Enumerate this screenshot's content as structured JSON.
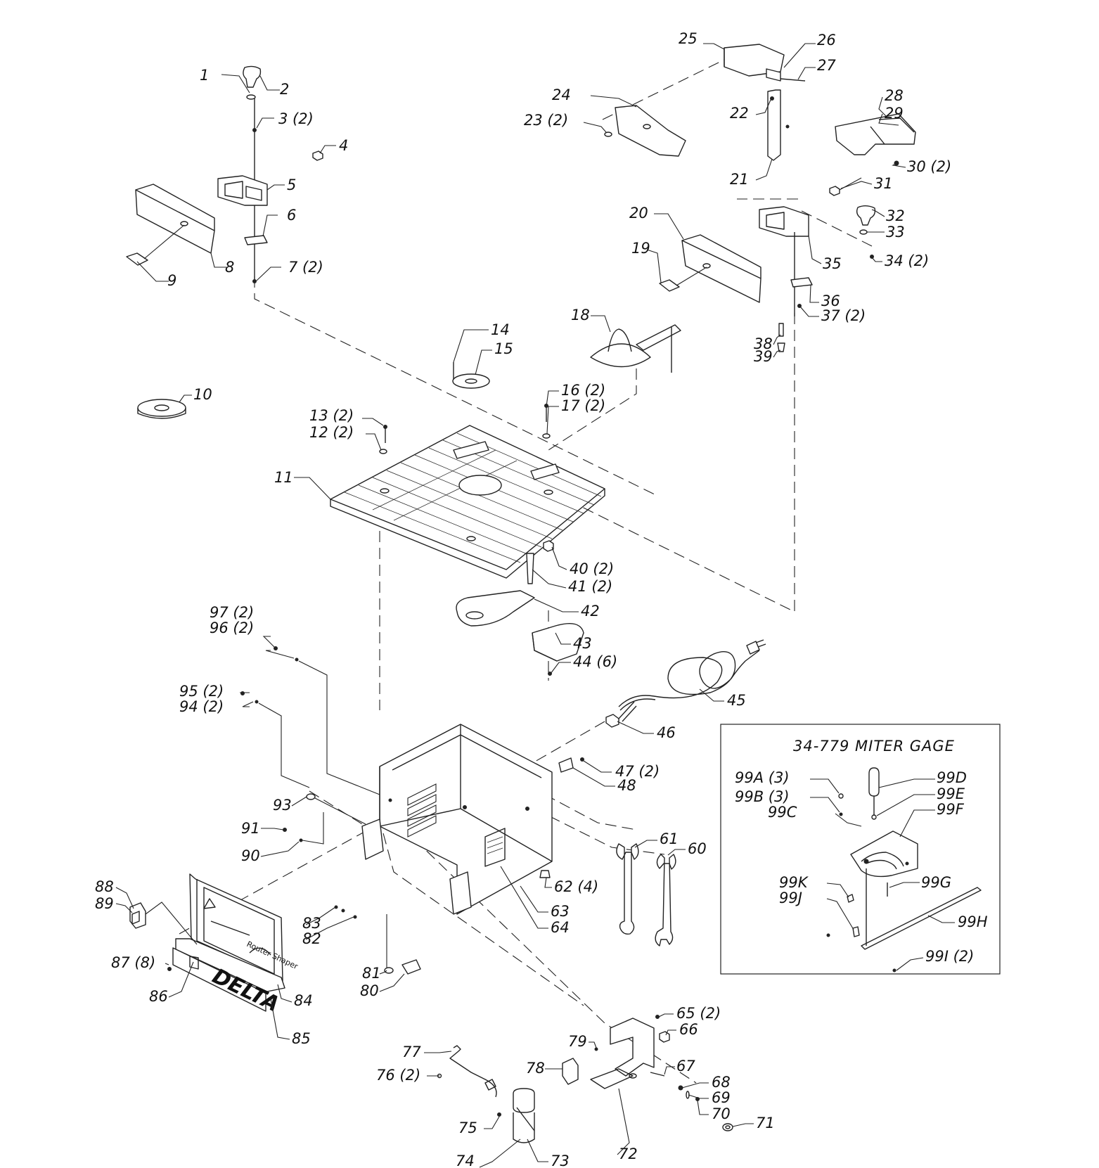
{
  "inset": {
    "title": "34-779 MITER GAGE"
  },
  "brand": {
    "name": "DELTA",
    "panel_label": "Router Shaper"
  },
  "callouts": {
    "c1": "1",
    "c2": "2",
    "c3": "3 (2)",
    "c4": "4",
    "c5": "5",
    "c6": "6",
    "c7": "7 (2)",
    "c8": "8",
    "c9": "9",
    "c10": "10",
    "c11": "11",
    "c12": "12 (2)",
    "c13": "13 (2)",
    "c14": "14",
    "c15": "15",
    "c16": "16 (2)",
    "c17": "17 (2)",
    "c18": "18",
    "c19": "19",
    "c20": "20",
    "c21": "21",
    "c22": "22",
    "c23": "23 (2)",
    "c24": "24",
    "c25": "25",
    "c26": "26",
    "c27": "27",
    "c28": "28",
    "c29": "29",
    "c30": "30 (2)",
    "c31": "31",
    "c32": "32",
    "c33": "33",
    "c34": "34 (2)",
    "c35": "35",
    "c36": "36",
    "c37": "37 (2)",
    "c38": "38",
    "c39": "39",
    "c40": "40 (2)",
    "c41": "41 (2)",
    "c42": "42",
    "c43": "43",
    "c44": "44 (6)",
    "c45": "45",
    "c46": "46",
    "c47": "47 (2)",
    "c48": "48",
    "c60": "60",
    "c61": "61",
    "c62": "62 (4)",
    "c63": "63",
    "c64": "64",
    "c65": "65 (2)",
    "c66": "66",
    "c67": "67",
    "c68": "68",
    "c69": "69",
    "c70": "70",
    "c71": "71",
    "c72": "72",
    "c73": "73",
    "c74": "74",
    "c75": "75",
    "c76": "76 (2)",
    "c77": "77",
    "c78": "78",
    "c79": "79",
    "c80": "80",
    "c81": "81",
    "c82": "82",
    "c83": "83",
    "c84": "84",
    "c85": "85",
    "c86": "86",
    "c87": "87 (8)",
    "c88": "88",
    "c89": "89",
    "c90": "90",
    "c91": "91",
    "c93": "93",
    "c94": "94 (2)",
    "c95": "95 (2)",
    "c96": "96 (2)",
    "c97": "97 (2)",
    "c99a": "99A (3)",
    "c99b": "99B (3)",
    "c99c": "99C",
    "c99d": "99D",
    "c99e": "99E",
    "c99f": "99F",
    "c99g": "99G",
    "c99h": "99H",
    "c99i": "99I (2)",
    "c99j": "99J",
    "c99k": "99K"
  }
}
